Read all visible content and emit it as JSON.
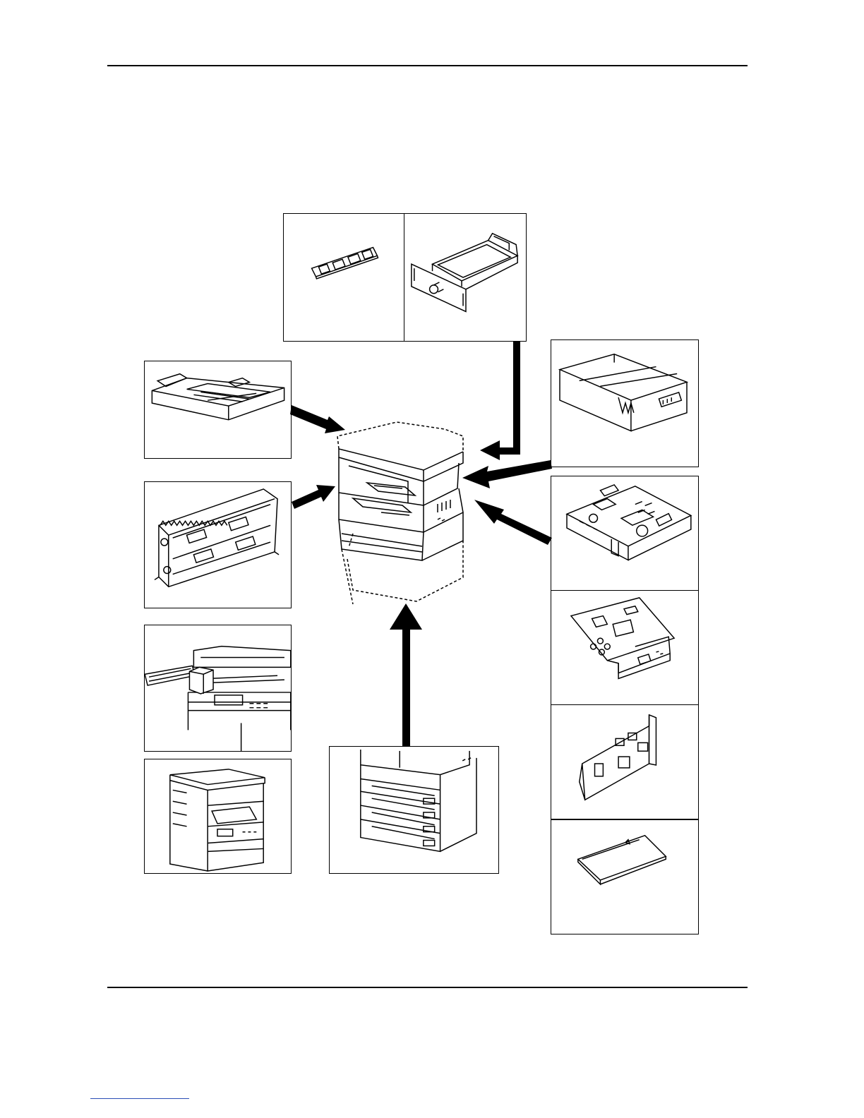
{
  "colors": {
    "line": "#000000",
    "fill": "#ffffff",
    "gray": "#7a7a7a",
    "footer_link": "#2a4db5"
  },
  "options": [
    {
      "id": "memory",
      "icon": "memory-module-icon"
    },
    {
      "id": "hard-disk",
      "icon": "hard-disk-icon"
    },
    {
      "id": "document-processor",
      "icon": "document-processor-icon"
    },
    {
      "id": "duplex-unit",
      "icon": "duplex-unit-icon"
    },
    {
      "id": "job-separator",
      "icon": "job-separator-icon"
    },
    {
      "id": "copier-accessory",
      "icon": "copier-icon"
    },
    {
      "id": "paper-feeder",
      "icon": "paper-feeder-icon"
    },
    {
      "id": "fax-kit",
      "icon": "fax-kit-icon"
    },
    {
      "id": "printer-board",
      "icon": "printer-board-icon"
    },
    {
      "id": "network-card",
      "icon": "network-card-icon"
    },
    {
      "id": "interface-card",
      "icon": "interface-card-icon"
    },
    {
      "id": "memory-card",
      "icon": "memory-card-icon"
    }
  ],
  "main_unit": {
    "icon": "copier-main-unit-icon"
  }
}
